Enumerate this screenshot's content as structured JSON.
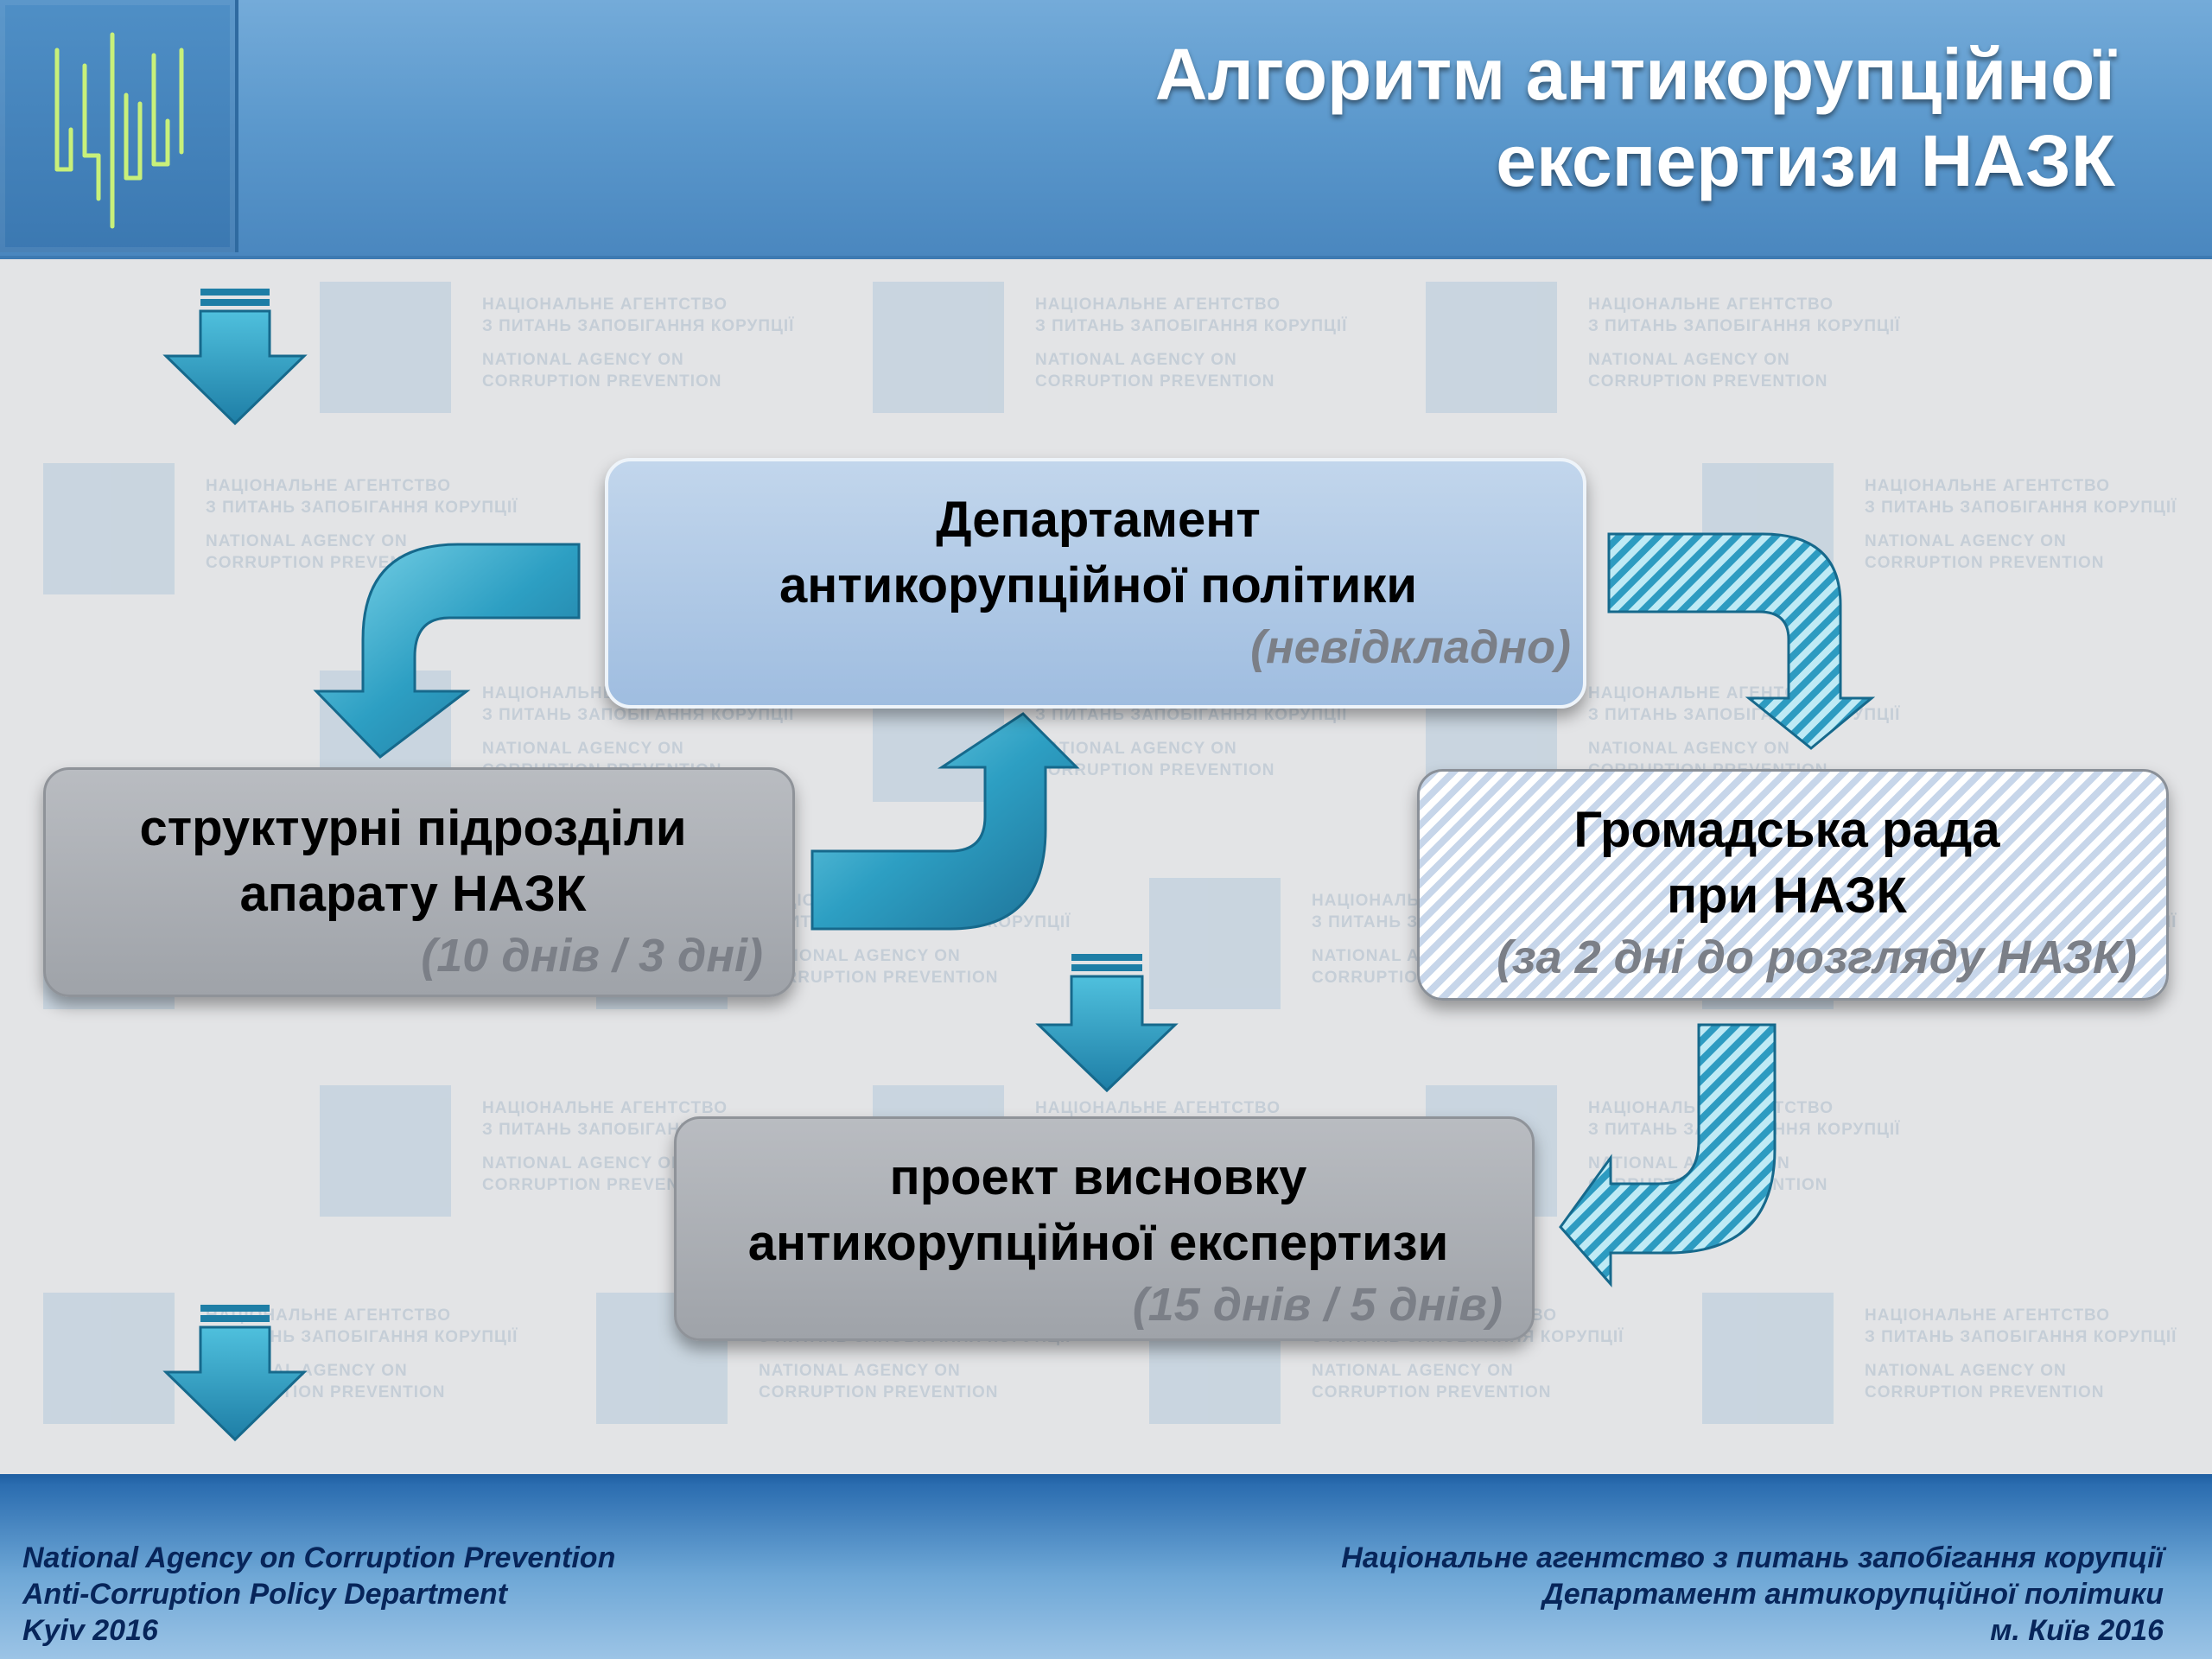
{
  "header": {
    "title_line1": "Алгоритм антикорупційної",
    "title_line2": "експертизи НАЗК",
    "logo_icon": "nazk-logo-icon"
  },
  "watermark": {
    "lines": [
      "НАЦІОНАЛЬНЕ АГЕНТСТВО",
      "З ПИТАНЬ ЗАПОБІГАННЯ КОРУПЦІЇ",
      "NATIONAL AGENCY ON",
      "CORRUPTION PREVENTION"
    ]
  },
  "boxes": {
    "department": {
      "line1": "Департамент",
      "line2": "антикорупційної політики",
      "note": "(невідкладно)"
    },
    "structural_units": {
      "line1": "структурні підрозділи",
      "line2": "апарату НАЗК",
      "note": "(10 днів / 3 дні)"
    },
    "public_council": {
      "line1": "Громадська рада",
      "line2": "при НАЗК",
      "note": "(за 2 дні до розгляду НАЗК)"
    },
    "draft_conclusion": {
      "line1": "проект висновку",
      "line2": "антикорупційної експертизи",
      "note": "(15 днів / 5 днів)"
    }
  },
  "footer": {
    "left": [
      "National Agency on Corruption Prevention",
      "Anti-Corruption Policy Department",
      "Kyiv 2016"
    ],
    "right": [
      "Національне агентство з питань запобігання корупції",
      "Департамент антикорупційної політики",
      "м. Київ 2016"
    ]
  },
  "colors": {
    "header_blue": "#5b98cc",
    "arrow_teal": "#2e9cc0",
    "dept_box": "#a9c4e4",
    "gray_box": "#a7abb0",
    "footer_text": "#07255a",
    "logo_green": "#c8f07a"
  }
}
